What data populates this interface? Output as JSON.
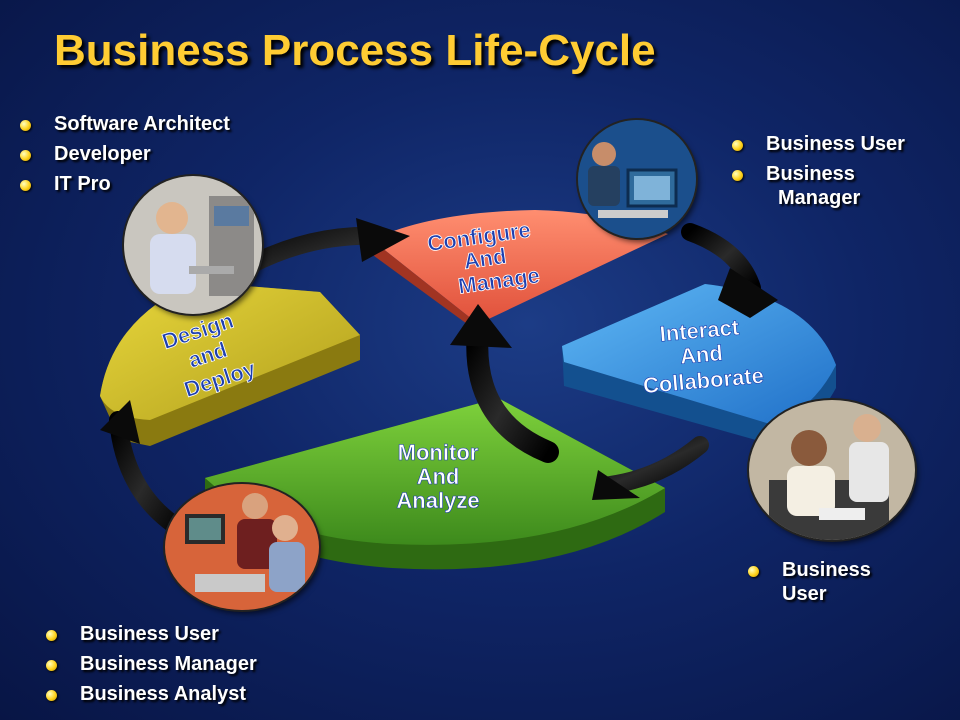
{
  "title": "Business Process Life-Cycle",
  "stages": {
    "configure": [
      "Configure",
      "And",
      "Manage"
    ],
    "design": [
      "Design",
      "and",
      "Deploy"
    ],
    "interact": [
      "Interact",
      "And",
      "Collaborate"
    ],
    "monitor": [
      "Monitor",
      "And",
      "Analyze"
    ]
  },
  "roles": {
    "top_left": [
      "Software Architect",
      "Developer",
      "IT Pro"
    ],
    "top_right": [
      "Business User",
      "Business",
      "Manager"
    ],
    "mid_right": [
      "Business",
      "User"
    ],
    "bottom_left": [
      "Business User",
      "Business Manager",
      "Business Analyst"
    ]
  },
  "colors": {
    "title": "#ffcc33",
    "configure": "#f26b4f",
    "design": "#cdbb2a",
    "interact": "#3a97e0",
    "monitor": "#5aa92c",
    "arrow": "#111111",
    "stage_text_light": "#1d3fb0"
  }
}
